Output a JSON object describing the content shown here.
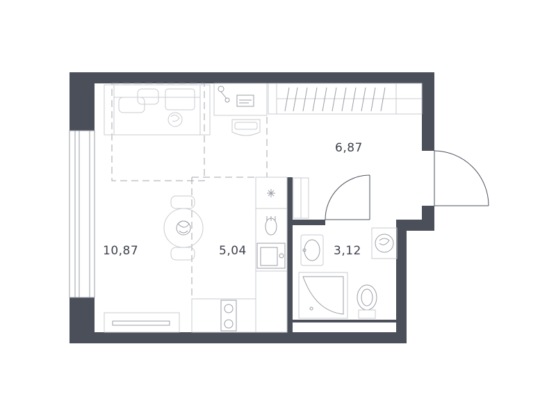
{
  "plan": {
    "rooms": [
      {
        "id": "living",
        "area": "10,87"
      },
      {
        "id": "kitchen",
        "area": "5,04"
      },
      {
        "id": "hall",
        "area": "6,87"
      },
      {
        "id": "bathroom",
        "area": "3,12"
      }
    ],
    "colors": {
      "wall": "#4a4f5a",
      "furniture": "#c9cbd0",
      "label": "#3d414c"
    }
  }
}
